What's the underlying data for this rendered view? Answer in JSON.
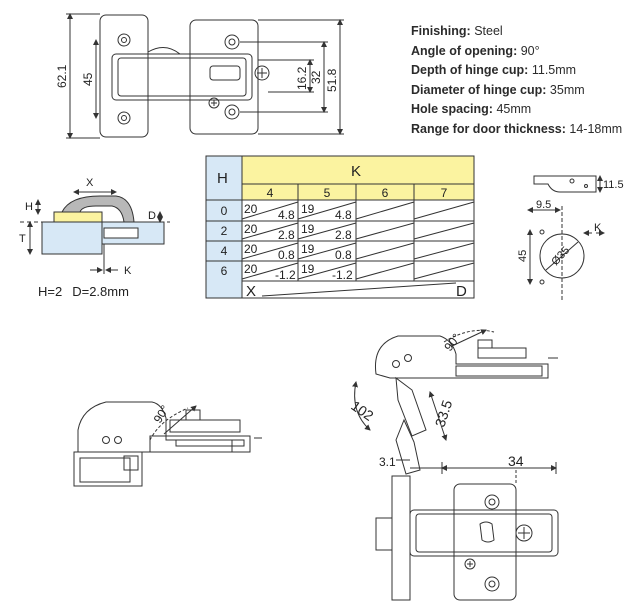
{
  "specs": [
    {
      "label": "Finishing:",
      "value": "Steel"
    },
    {
      "label": "Angle of opening:",
      "value": "90°"
    },
    {
      "label": "Depth of hinge cup:",
      "value": "11.5mm"
    },
    {
      "label": "Diameter of hinge cup:",
      "value": "35mm"
    },
    {
      "label": "Hole spacing:",
      "value": "45mm"
    },
    {
      "label": "Range for door thickness:",
      "value": "14-18mm"
    }
  ],
  "top_view": {
    "dims": [
      "62.1",
      "45",
      "16.2",
      "32",
      "51.8"
    ]
  },
  "side_section": {
    "labels": [
      "X",
      "H",
      "T",
      "D",
      "K"
    ],
    "caption_h": "H=2",
    "caption_d": "D=2.8mm"
  },
  "table": {
    "h_header": "H",
    "k_header": "K",
    "k_values": [
      "4",
      "5",
      "6",
      "7"
    ],
    "h_values": [
      "0",
      "2",
      "4",
      "6"
    ],
    "rows": [
      [
        {
          "a": "20",
          "b": "4.8"
        },
        {
          "a": "19",
          "b": "4.8"
        }
      ],
      [
        {
          "a": "20",
          "b": "2.8"
        },
        {
          "a": "19",
          "b": "2.8"
        }
      ],
      [
        {
          "a": "20",
          "b": "0.8"
        },
        {
          "a": "19",
          "b": "0.8"
        }
      ],
      [
        {
          "a": "20",
          "b": "-1.2"
        },
        {
          "a": "19",
          "b": "-1.2"
        }
      ]
    ],
    "x_label": "X",
    "d_label": "D"
  },
  "cup_view": {
    "labels": [
      "11.5",
      "9.5",
      "K",
      "45",
      "Ø35"
    ]
  },
  "open_left": {
    "angle": "90°"
  },
  "open_right": {
    "labels": [
      "90°",
      "102",
      "33.5",
      "3.1",
      "34"
    ]
  },
  "colors": {
    "yellow": "#fbf3a0",
    "blue": "#d7e8f6",
    "line": "#333333"
  }
}
